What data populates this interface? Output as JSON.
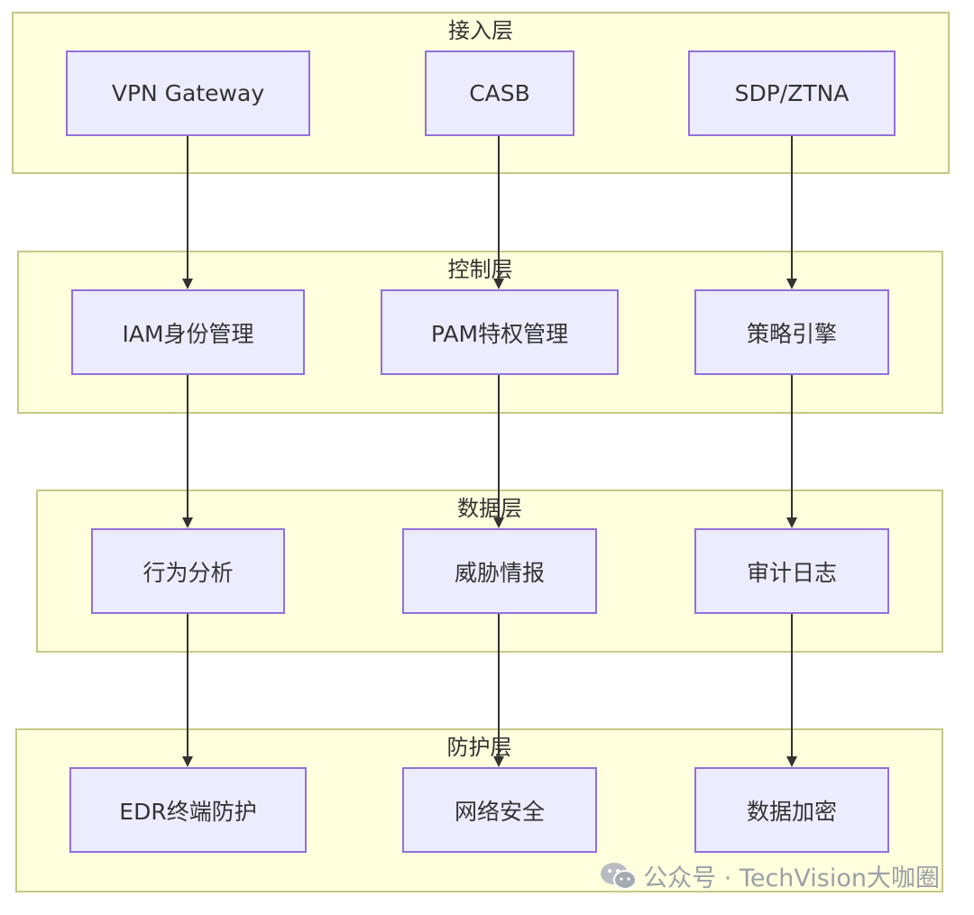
{
  "colors": {
    "layer_fill": "#ffffde",
    "layer_border": "#c6c887",
    "node_fill": "#ececff",
    "node_border": "#9370db",
    "edge": "#333333",
    "text": "#333333"
  },
  "layers": [
    {
      "title": "接入层",
      "nodes": [
        "VPN Gateway",
        "CASB",
        "SDP/ZTNA"
      ]
    },
    {
      "title": "控制层",
      "nodes": [
        "IAM身份管理",
        "PAM特权管理",
        "策略引擎"
      ]
    },
    {
      "title": "数据层",
      "nodes": [
        "行为分析",
        "威胁情报",
        "审计日志"
      ]
    },
    {
      "title": "防护层",
      "nodes": [
        "EDR终端防护",
        "网络安全",
        "数据加密"
      ]
    }
  ],
  "edges": [
    [
      "VPN Gateway",
      "IAM身份管理"
    ],
    [
      "CASB",
      "PAM特权管理"
    ],
    [
      "SDP/ZTNA",
      "策略引擎"
    ],
    [
      "IAM身份管理",
      "行为分析"
    ],
    [
      "PAM特权管理",
      "威胁情报"
    ],
    [
      "策略引擎",
      "审计日志"
    ],
    [
      "行为分析",
      "EDR终端防护"
    ],
    [
      "威胁情报",
      "网络安全"
    ],
    [
      "审计日志",
      "数据加密"
    ]
  ],
  "watermark": {
    "icon": "wechat-icon",
    "text": "公众号 · TechVision大咖圈"
  }
}
